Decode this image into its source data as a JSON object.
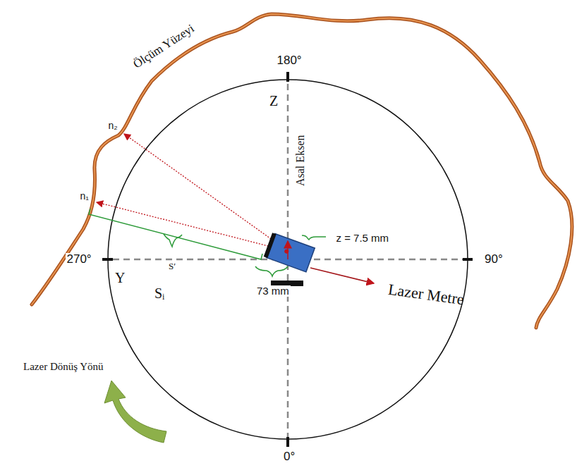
{
  "diagram": {
    "labels": [
      "Ölçüm Yüzeyi",
      "180°",
      "Z",
      "Asal Eksen",
      "n₂",
      "n₁",
      "z = 7.5 mm",
      "270°",
      "90°",
      "Y",
      "S′",
      "Sᵢ",
      "73 mm",
      "Lazer Metre",
      "Lazer Dönüş Yönü",
      "0°"
    ]
  }
}
